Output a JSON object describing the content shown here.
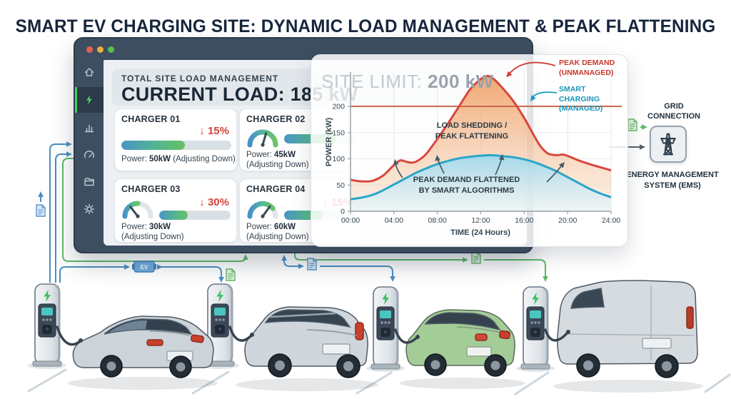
{
  "title": "SMART EV CHARGING SITE: DYNAMIC LOAD MANAGEMENT & PEAK FLATTENING",
  "window": {
    "header": {
      "subtitle": "TOTAL SITE LOAD MANAGEMENT",
      "current_load": "CURRENT LOAD: 185 kW"
    },
    "sidebar": {
      "items": [
        {
          "icon": "home-icon",
          "active": false
        },
        {
          "icon": "bolt-icon",
          "active": true
        },
        {
          "icon": "bar-chart-icon",
          "active": false
        },
        {
          "icon": "gauge-icon",
          "active": false
        },
        {
          "icon": "folder-icon",
          "active": false
        },
        {
          "icon": "gear-icon",
          "active": false
        }
      ]
    },
    "chargers": [
      {
        "name": "CHARGER 01",
        "reduction": "↓ 15%",
        "power_label": "Power:",
        "power_value": "50kW",
        "status": "(Adjusting Down)",
        "bar_pct": 58,
        "has_gauge": false,
        "gauge_angle": 0
      },
      {
        "name": "CHARGER 02",
        "reduction": "",
        "power_label": "Power:",
        "power_value": "45kW",
        "status": "(Adjusting Down)",
        "bar_pct": 72,
        "has_gauge": true,
        "gauge_angle": 16
      },
      {
        "name": "CHARGER 03",
        "reduction": "↓ 30%",
        "power_label": "Power:",
        "power_value": "30kW",
        "status": "(Adjusting Down)",
        "bar_pct": 40,
        "has_gauge": true,
        "gauge_angle": -38
      },
      {
        "name": "CHARGER 04",
        "reduction": "↓ 15%",
        "power_label": "Power:",
        "power_value": "60kW",
        "status": "(Adjusting Down)",
        "bar_pct": 55,
        "has_gauge": true,
        "gauge_angle": 36
      }
    ]
  },
  "chart_card": {
    "site_limit_label": "SITE LIMIT:",
    "site_limit_value": "200 kW",
    "legend_unmanaged": [
      "PEAK DEMAND",
      "(UNMANAGED)"
    ],
    "legend_managed": [
      "SMART CHARGING",
      "(MANAGED)"
    ],
    "annotation_shedding": [
      "LOAD SHEDDING /",
      "PEAK FLATTENING"
    ],
    "annotation_flattened": [
      "PEAK DEMAND FLATTENED",
      "BY SMART ALGORITHMS"
    ]
  },
  "chart_data": {
    "type": "area",
    "title": "SITE LIMIT: 200 kW",
    "xlabel": "TIME (24 Hours)",
    "ylabel": "POWER (kW)",
    "x_ticks": [
      "00:00",
      "04:00",
      "08:00",
      "12:00",
      "16:00",
      "20:00",
      "24:00"
    ],
    "x_tick_hours": [
      0,
      4,
      8,
      12,
      16,
      20,
      24
    ],
    "y_ticks": [
      0,
      50,
      100,
      150,
      200
    ],
    "xlim": [
      0,
      24
    ],
    "ylim": [
      0,
      265
    ],
    "grid": true,
    "legend_position": "right",
    "site_limit": 200,
    "series": [
      {
        "name": "PEAK DEMAND (UNMANAGED)",
        "color": "#d8473d",
        "x": [
          0,
          1,
          2,
          3,
          4,
          4.6,
          5.2,
          5.8,
          6.4,
          7,
          8,
          9,
          10,
          11,
          12,
          12.6,
          13.2,
          14,
          15,
          16,
          16.8,
          17.5,
          18.2,
          19,
          19.6,
          20.3,
          21,
          22,
          23,
          24
        ],
        "values": [
          60,
          57,
          58,
          68,
          88,
          97,
          94,
          93,
          99,
          110,
          138,
          168,
          200,
          232,
          252,
          258,
          252,
          235,
          210,
          178,
          148,
          124,
          110,
          107,
          108,
          103,
          97,
          90,
          84,
          78
        ]
      },
      {
        "name": "SMART CHARGING (MANAGED)",
        "color": "#2aa5c8",
        "x": [
          0,
          1,
          2,
          3,
          4,
          5,
          6,
          7,
          8,
          9,
          10,
          11,
          12,
          13,
          14,
          15,
          16,
          17,
          18,
          19,
          20,
          21,
          22,
          23,
          24
        ],
        "values": [
          23,
          26,
          31,
          40,
          51,
          62,
          73,
          82,
          90,
          96,
          101,
          104,
          106,
          107,
          105,
          103,
          99,
          93,
          85,
          76,
          65,
          54,
          43,
          34,
          27
        ]
      }
    ],
    "annotations": [
      "LOAD SHEDDING / PEAK FLATTENING",
      "PEAK DEMAND FLATTENED BY SMART ALGORITHMS"
    ]
  },
  "ems": {
    "top_label": "GRID CONNECTION",
    "bottom_label": "ENERGY MANAGEMENT SYSTEM (EMS)"
  },
  "scene": {
    "battery_badge": "EV"
  },
  "colors": {
    "accent_green": "#45d05f",
    "alert_red": "#d04539",
    "unmanaged_red": "#d8473d",
    "managed_blue": "#2aa5c8",
    "site_limit_line": "#c96a4a",
    "window_frame": "#3d4e60",
    "connector_blue": "#4a8fc0",
    "connector_green": "#5fb868"
  }
}
